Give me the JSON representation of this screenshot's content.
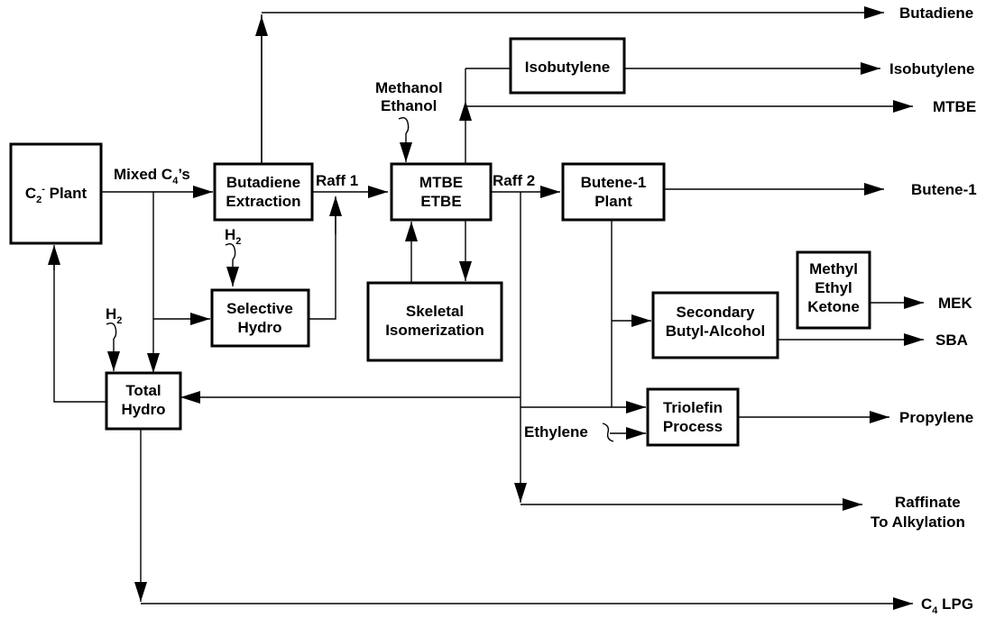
{
  "boxes": {
    "c2_plant": {
      "main": "C",
      "sub": "2",
      "sup": "-",
      "rest": " Plant"
    },
    "butadiene_extraction": [
      "Butadiene",
      "Extraction"
    ],
    "mtbe_etbe": [
      "MTBE",
      "ETBE"
    ],
    "isobutylene": [
      "Isobutylene"
    ],
    "butene1_plant": [
      "Butene-1",
      "Plant"
    ],
    "selective_hydro": [
      "Selective",
      "Hydro"
    ],
    "skeletal_isomerization": [
      "Skeletal",
      "Isomerization"
    ],
    "total_hydro": [
      "Total",
      "Hydro"
    ],
    "methyl_ethyl_ketone": [
      "Methyl",
      "Ethyl",
      "Ketone"
    ],
    "secondary_butyl_alcohol": [
      "Secondary",
      "Butyl-Alcohol"
    ],
    "triolefin_process": [
      "Triolefin",
      "Process"
    ]
  },
  "streams": {
    "mixed_c4s": {
      "main": "Mixed C",
      "sub": "4",
      "rest": "’s"
    },
    "raff1": "Raff 1",
    "raff2": "Raff 2",
    "methanol": "Methanol",
    "ethanol": "Ethanol",
    "h2_selective": {
      "main": "H",
      "sub": "2"
    },
    "h2_total": {
      "main": "H",
      "sub": "2"
    },
    "ethylene": "Ethylene"
  },
  "products": {
    "butadiene": "Butadiene",
    "isobutylene": "Isobutylene",
    "mtbe": "MTBE",
    "butene1": "Butene-1",
    "mek": "MEK",
    "sba": "SBA",
    "propylene": "Propylene",
    "raffinate_1": "Raffinate",
    "raffinate_2": "To Alkylation",
    "c4_lpg": {
      "main": "C",
      "sub": "4",
      "rest": " LPG"
    }
  }
}
